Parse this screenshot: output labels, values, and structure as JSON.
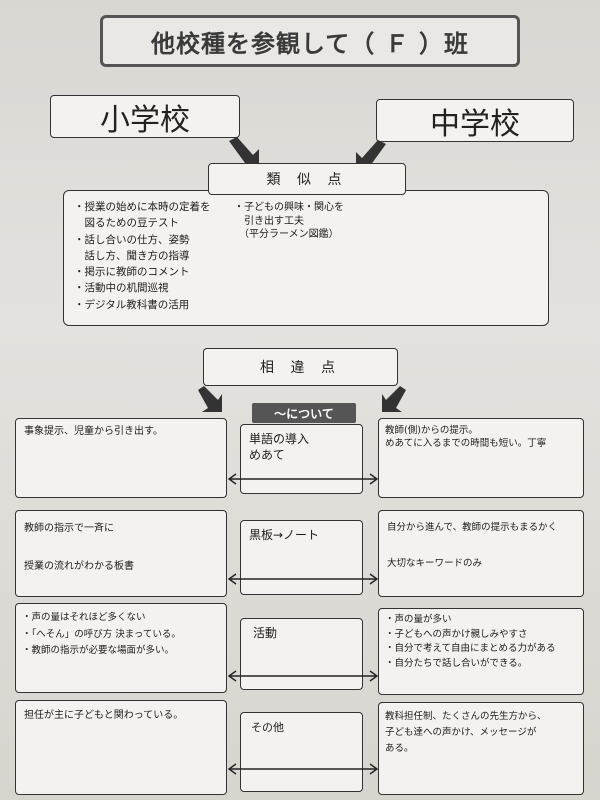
{
  "title": "他校種を参観して（ Ｆ ）班",
  "schools": {
    "left": "小学校",
    "right": "中学校"
  },
  "similar": {
    "label": "類 似 点",
    "left_items": [
      "・授業の始めに本時の定着を",
      "　図るための豆テスト",
      "・話し合いの仕方、姿勢",
      "　話し方、聞き方の指導",
      "・掲示に教師のコメント",
      "・活動中の机間巡視",
      "・デジタル教科書の活用"
    ],
    "right_items": [
      "・子どもの興味・関心を",
      "　引き出す工夫",
      "　（平分ラーメン図鑑）"
    ]
  },
  "different": {
    "label": "相 違 点",
    "about_label": "〜について",
    "rows": [
      {
        "elementary": [
          "事象提示、児童から引き出す。"
        ],
        "topic": [
          "単語の導入",
          "めあて"
        ],
        "junior": [
          "教師(側)からの提示。",
          "めあてに入るまでの時間も短い。丁寧"
        ]
      },
      {
        "elementary": [
          "教師の指示で一斉に",
          "",
          "授業の流れがわかる板書"
        ],
        "topic": [
          "黒板→ノート"
        ],
        "junior": [
          "自分から進んで、教師の提示もまるかく",
          "",
          "大切なキーワードのみ"
        ]
      },
      {
        "elementary": [
          "・声の量はそれほど多くない",
          "・「へそん」の呼び方 決まっている。",
          "・教師の指示が必要な場面が多い。"
        ],
        "topic": [
          "活動"
        ],
        "junior": [
          "・声の量が多い",
          "・子どもへの声かけ親しみやすさ",
          "・自分で考えて自由にまとめる力がある",
          "・自分たちで話し合いができる。"
        ]
      },
      {
        "elementary": [
          "担任が主に子どもと関わっている。"
        ],
        "topic": [
          "その他"
        ],
        "junior": [
          "教科担任制、たくさんの先生方から、",
          "子ども達への声かけ、メッセージが",
          "ある。"
        ]
      }
    ]
  }
}
